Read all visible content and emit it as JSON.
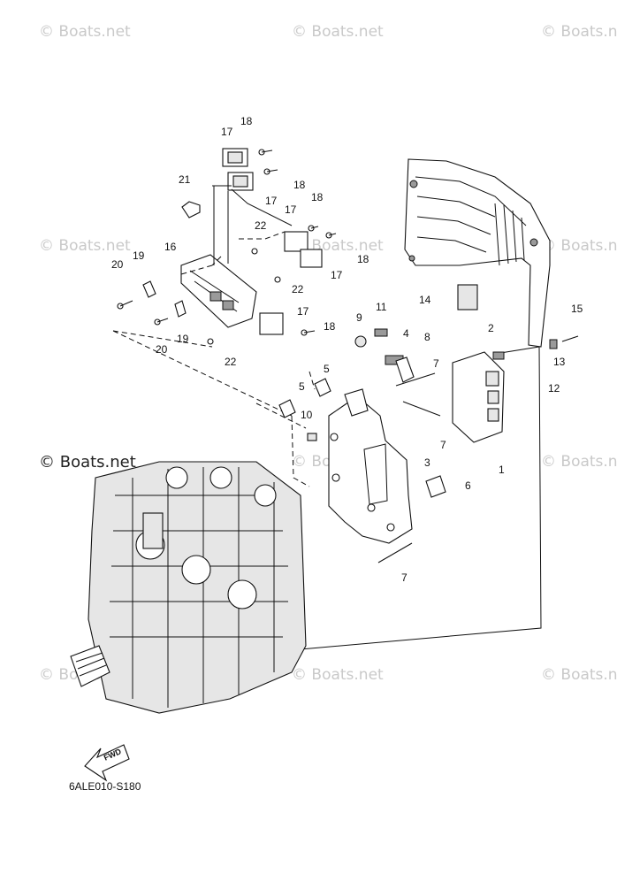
{
  "watermarks": [
    "© Boats.net",
    "© Boats.net",
    "© Boats.net",
    "© Boats.net",
    "© Boats.net",
    "© Boats.net",
    "© Boats.net",
    "© Boats.net",
    "© Boats.net",
    "© Boats.net",
    "© Boats.net",
    "© Boats.net"
  ],
  "callouts": [
    "18",
    "17",
    "18",
    "17",
    "21",
    "18",
    "17",
    "22",
    "16",
    "19",
    "20",
    "22",
    "18",
    "17",
    "19",
    "20",
    "22",
    "17",
    "18",
    "14",
    "15",
    "9",
    "11",
    "2",
    "4",
    "8",
    "7",
    "13",
    "12",
    "5",
    "5",
    "10",
    "7",
    "1",
    "3",
    "6",
    "7"
  ],
  "diagram_code": "6ALE010-S180",
  "fwd_label": "FWD"
}
